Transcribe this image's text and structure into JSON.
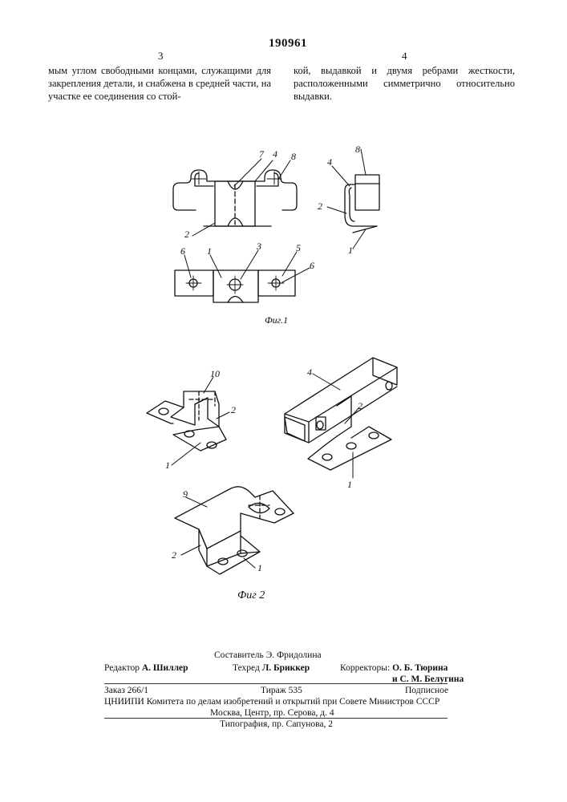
{
  "header": {
    "patent_number": "190961",
    "col_left_num": "3",
    "col_right_num": "4"
  },
  "text": {
    "left": "мым углом свободными концами, служащими для закрепления детали, и снабжена в средней части, на участке ее соединения со стой-",
    "right": "кой, выдавкой и двумя ребрами жесткости, расположенными симметрично относительно выдавки."
  },
  "fig1": {
    "caption": "Фиг.1",
    "labels": [
      "7",
      "4",
      "8",
      "2",
      "8",
      "4",
      "2",
      "1",
      "6",
      "1",
      "3",
      "5",
      "6"
    ]
  },
  "fig2": {
    "caption": "Фиг 2",
    "labels": [
      "10",
      "2",
      "1",
      "4",
      "2",
      "1",
      "9",
      "2",
      "1"
    ]
  },
  "imprint": {
    "compiler": "Составитель Э. Фридолина",
    "editor_label": "Редактор",
    "editor": "А. Шиллер",
    "techred_label": "Техред",
    "techred": "Л. Бриккер",
    "correctors_label": "Корректоры:",
    "corrector1": "О. Б. Тюрина",
    "corrector2": "и С. М. Белугина",
    "order": "Заказ 266/1",
    "circulation": "Тираж 535",
    "subscription": "Подписное",
    "org": "ЦНИИПИ Комитета по делам изобретений и открытий при Совете Министров СССР",
    "address": "Москва, Центр, пр. Серова, д. 4",
    "printer": "Типография, пр. Сапунова, 2"
  }
}
